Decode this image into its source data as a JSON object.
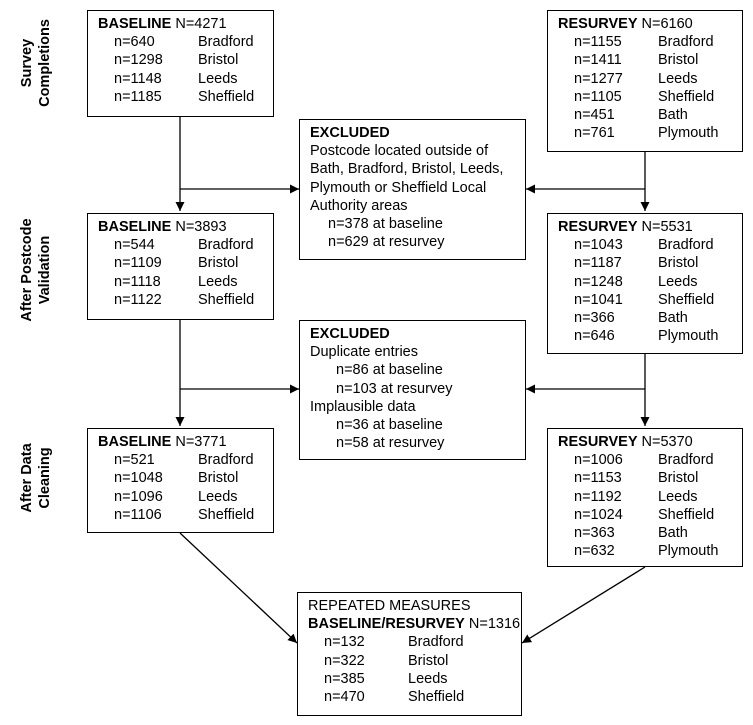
{
  "stage_labels": {
    "survey_completions": [
      "Survey",
      "Completions"
    ],
    "after_postcode_validation": [
      "After Postcode",
      "Validation"
    ],
    "after_data_cleaning": [
      "After Data",
      "Cleaning"
    ]
  },
  "baseline_completions": {
    "title": "BASELINE",
    "total": "N=4271",
    "rows": [
      {
        "n": "n=640",
        "city": "Bradford"
      },
      {
        "n": "n=1298",
        "city": "Bristol"
      },
      {
        "n": "n=1148",
        "city": "Leeds"
      },
      {
        "n": "n=1185",
        "city": "Sheffield"
      }
    ]
  },
  "resurvey_completions": {
    "title": "RESURVEY",
    "total": "N=6160",
    "rows": [
      {
        "n": "n=1155",
        "city": "Bradford"
      },
      {
        "n": "n=1411",
        "city": "Bristol"
      },
      {
        "n": "n=1277",
        "city": "Leeds"
      },
      {
        "n": "n=1105",
        "city": "Sheffield"
      },
      {
        "n": "n=451",
        "city": "Bath"
      },
      {
        "n": "n=761",
        "city": "Plymouth"
      }
    ]
  },
  "excluded_postcode": {
    "title": "EXCLUDED",
    "lines": [
      "Postcode located outside of",
      "Bath, Bradford, Bristol, Leeds,",
      "Plymouth or Sheffield Local",
      "Authority areas"
    ],
    "baseline": "n=378 at baseline",
    "resurvey": "n=629 at resurvey"
  },
  "baseline_validated": {
    "title": "BASELINE",
    "total": "N=3893",
    "rows": [
      {
        "n": "n=544",
        "city": "Bradford"
      },
      {
        "n": "n=1109",
        "city": "Bristol"
      },
      {
        "n": "n=1118",
        "city": "Leeds"
      },
      {
        "n": "n=1122",
        "city": "Sheffield"
      }
    ]
  },
  "resurvey_validated": {
    "title": "RESURVEY",
    "total": "N=5531",
    "rows": [
      {
        "n": "n=1043",
        "city": "Bradford"
      },
      {
        "n": "n=1187",
        "city": "Bristol"
      },
      {
        "n": "n=1248",
        "city": "Leeds"
      },
      {
        "n": "n=1041",
        "city": "Sheffield"
      },
      {
        "n": "n=366",
        "city": "Bath"
      },
      {
        "n": "n=646",
        "city": "Plymouth"
      }
    ]
  },
  "excluded_cleaning": {
    "title": "EXCLUDED",
    "duplicate_label": "Duplicate entries",
    "duplicate_baseline": "n=86 at baseline",
    "duplicate_resurvey": "n=103 at resurvey",
    "implausible_label": "Implausible data",
    "implausible_baseline": "n=36 at baseline",
    "implausible_resurvey": "n=58 at resurvey"
  },
  "baseline_cleaned": {
    "title": "BASELINE",
    "total": "N=3771",
    "rows": [
      {
        "n": "n=521",
        "city": "Bradford"
      },
      {
        "n": "n=1048",
        "city": "Bristol"
      },
      {
        "n": "n=1096",
        "city": "Leeds"
      },
      {
        "n": "n=1106",
        "city": "Sheffield"
      }
    ]
  },
  "resurvey_cleaned": {
    "title": "RESURVEY",
    "total": "N=5370",
    "rows": [
      {
        "n": "n=1006",
        "city": "Bradford"
      },
      {
        "n": "n=1153",
        "city": "Bristol"
      },
      {
        "n": "n=1192",
        "city": "Leeds"
      },
      {
        "n": "n=1024",
        "city": "Sheffield"
      },
      {
        "n": "n=363",
        "city": "Bath"
      },
      {
        "n": "n=632",
        "city": "Plymouth"
      }
    ]
  },
  "repeated_measures": {
    "heading": "REPEATED MEASURES",
    "title": "BASELINE/RESURVEY",
    "total": "N=1316",
    "rows": [
      {
        "n": "n=132",
        "city": "Bradford"
      },
      {
        "n": "n=322",
        "city": "Bristol"
      },
      {
        "n": "n=385",
        "city": "Leeds"
      },
      {
        "n": "n=470",
        "city": "Sheffield"
      }
    ]
  }
}
